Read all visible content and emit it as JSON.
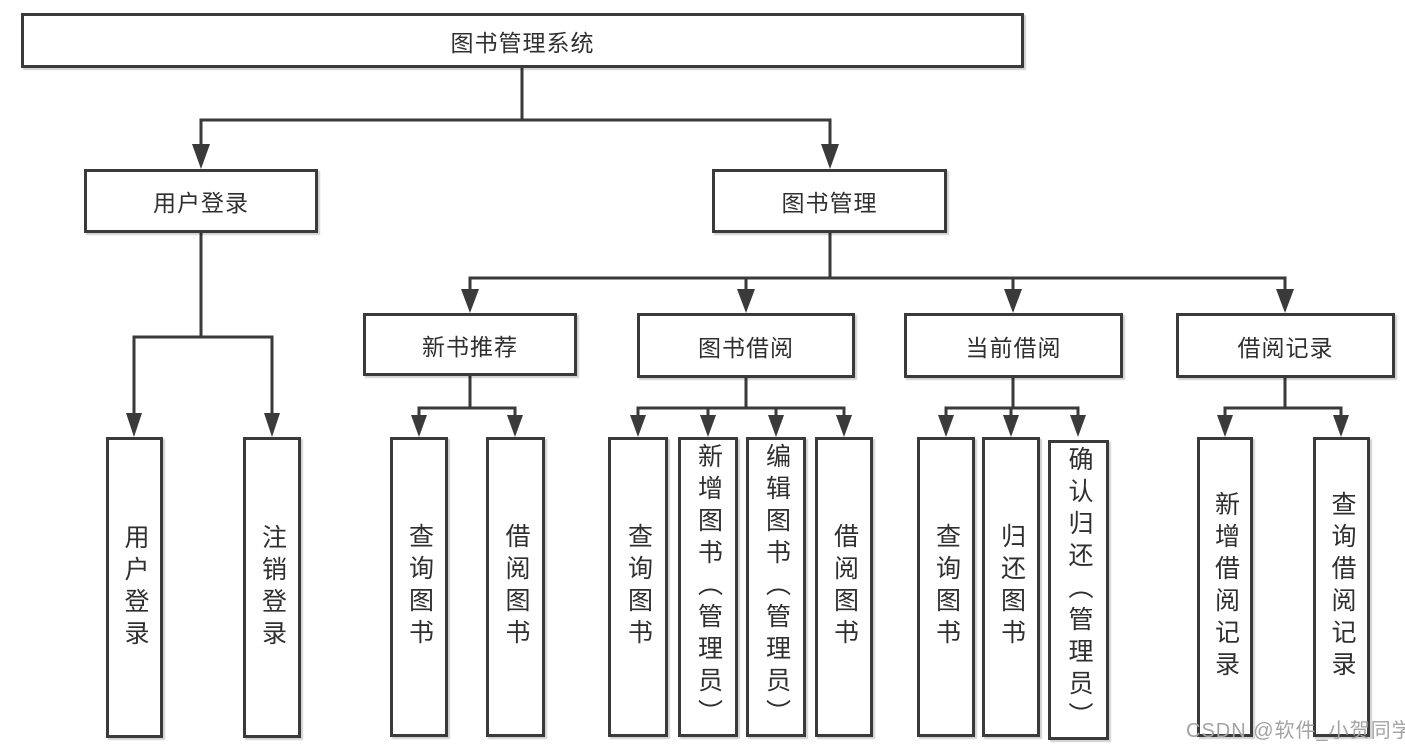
{
  "tree": {
    "root": {
      "label": "图书管理系统"
    },
    "level2": [
      {
        "label": "用户登录",
        "children": [
          {
            "label": "用户登录"
          },
          {
            "label": "注销登录"
          }
        ]
      },
      {
        "label": "图书管理",
        "children": [
          {
            "label": "新书推荐",
            "children": [
              {
                "label": "查询图书"
              },
              {
                "label": "借阅图书"
              }
            ]
          },
          {
            "label": "图书借阅",
            "children": [
              {
                "label": "查询图书"
              },
              {
                "label": "新增图书（管理员）"
              },
              {
                "label": "编辑图书（管理员）"
              },
              {
                "label": "借阅图书"
              }
            ]
          },
          {
            "label": "当前借阅",
            "children": [
              {
                "label": "查询图书"
              },
              {
                "label": "归还图书"
              },
              {
                "label": "确认归还（管理员）"
              }
            ]
          },
          {
            "label": "借阅记录",
            "children": [
              {
                "label": "新增借阅记录"
              },
              {
                "label": "查询借阅记录"
              }
            ]
          }
        ]
      }
    ]
  },
  "watermark": {
    "text": "CSDN @软件_小贺同学"
  },
  "colors": {
    "line": "#3a3a3a",
    "box_border": "#3a3a3a",
    "text": "#2f2f2f",
    "watermark": "#a3a3a3",
    "background": "#ffffff"
  }
}
